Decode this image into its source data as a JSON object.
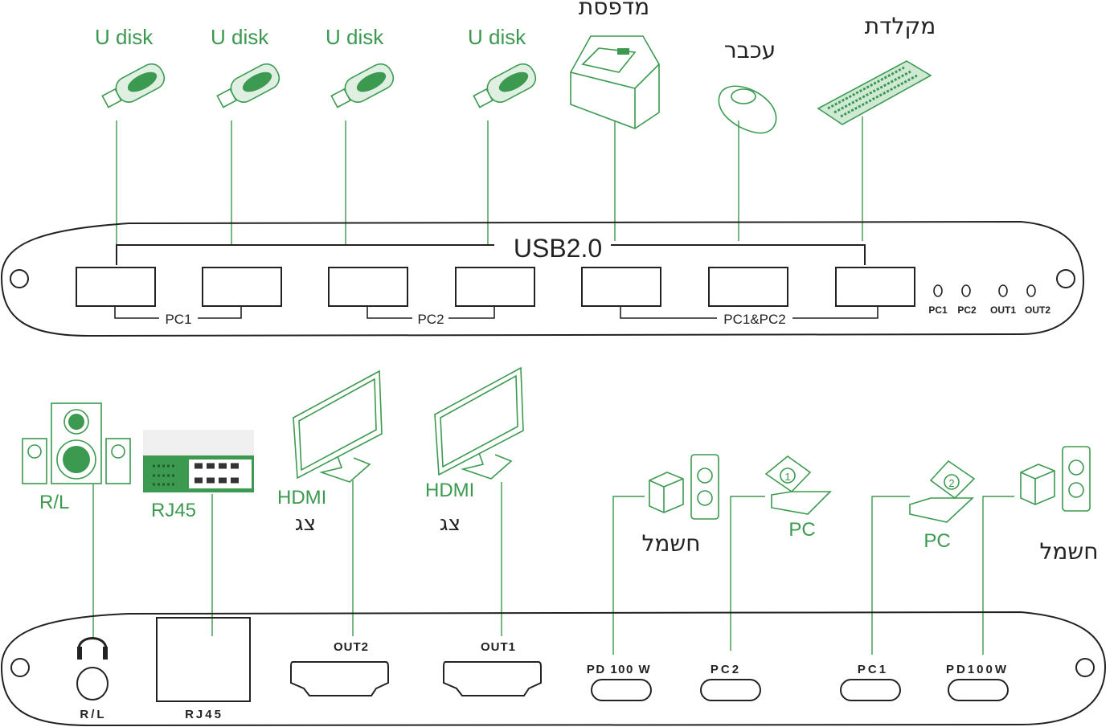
{
  "colors": {
    "accent": "#3b9a4f",
    "line": "#222222"
  },
  "top_devices": {
    "udisks": [
      "U disk",
      "U disk",
      "U disk",
      "U disk"
    ],
    "printer": "מדפסת",
    "mouse": "עכבר",
    "keyboard": "מקלדת"
  },
  "front_panel": {
    "usb_label": "USB2.0",
    "groups": [
      "PC1",
      "PC2",
      "PC1&PC2"
    ],
    "leds": [
      "PC1",
      "PC2",
      "OUT1",
      "OUT2"
    ]
  },
  "bottom_devices": {
    "speakers": "R/L",
    "switch": "RJ45",
    "monitor2": {
      "type": "HDMI",
      "name": "צג"
    },
    "monitor1": {
      "type": "HDMI",
      "name": "צג"
    },
    "power_left": "חשמל",
    "pc2": "PC",
    "pc1": "PC",
    "power_right": "חשמל",
    "pc2_badge": "1",
    "pc1_badge": "2"
  },
  "rear_panel": {
    "ports": [
      "R/L",
      "RJ45",
      "OUT2",
      "OUT1",
      "PD 100 W",
      "PC2",
      "PC1",
      "PD100W"
    ]
  }
}
